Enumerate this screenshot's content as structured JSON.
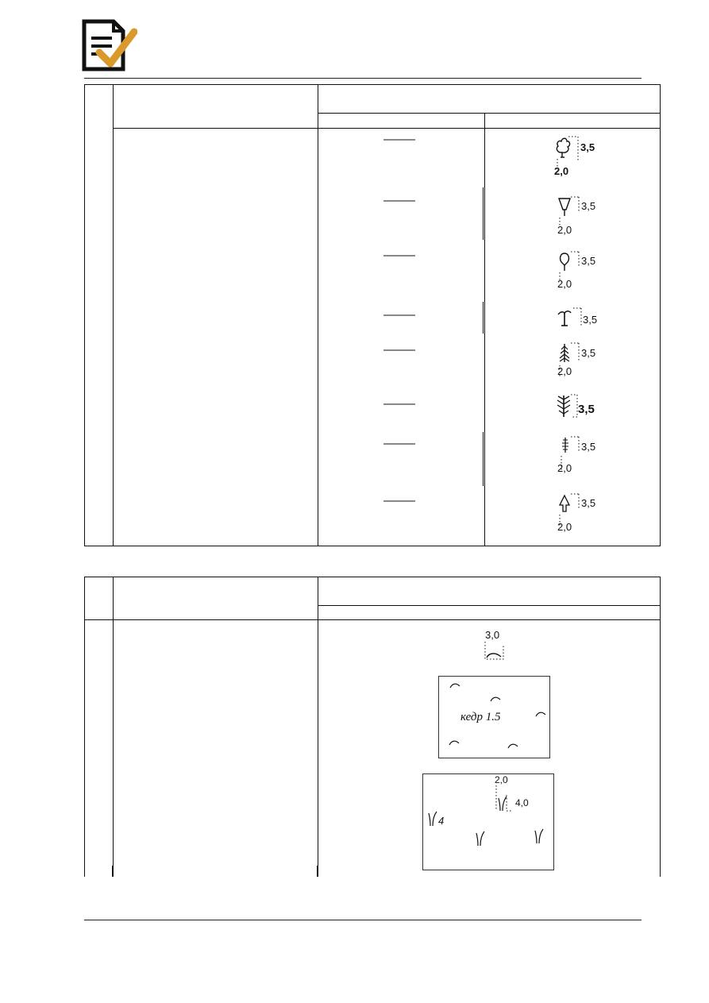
{
  "table1": {
    "rows": [
      {
        "conventional_sign": {
          "icon": "deciduous-tree-icon",
          "label_right": "3,5",
          "label_below": "2,0"
        }
      },
      {
        "conventional_sign": {
          "icon": "goblet-tree-icon",
          "label_right": "3,5",
          "label_below": "2,0"
        }
      },
      {
        "conventional_sign": {
          "icon": "round-tree-icon",
          "label_right": "3,5",
          "label_below": "2,0"
        }
      },
      {
        "conventional_sign": {
          "icon": "palm-tree-icon",
          "label_right": "3,5",
          "label_below": ""
        }
      },
      {
        "conventional_sign": {
          "icon": "conifer-tree-icon",
          "label_right": "3,5",
          "label_below": "2,0"
        }
      },
      {
        "conventional_sign": {
          "icon": "branch-tree-icon",
          "label_right": "3,5",
          "label_below": ""
        }
      },
      {
        "conventional_sign": {
          "icon": "thin-conifer-icon",
          "label_right": "3,5",
          "label_below": "2,0"
        }
      },
      {
        "conventional_sign": {
          "icon": "triangle-tree-icon",
          "label_right": "3,5",
          "label_below": "2,0"
        }
      }
    ]
  },
  "table2": {
    "symbol_top": {
      "icon": "shrub-arc-icon",
      "label": "3,0"
    },
    "box1": {
      "label": "кедр 1.5"
    },
    "box2": {
      "label_top": "2,0",
      "label_side": "4,0",
      "label_left": "4"
    }
  }
}
